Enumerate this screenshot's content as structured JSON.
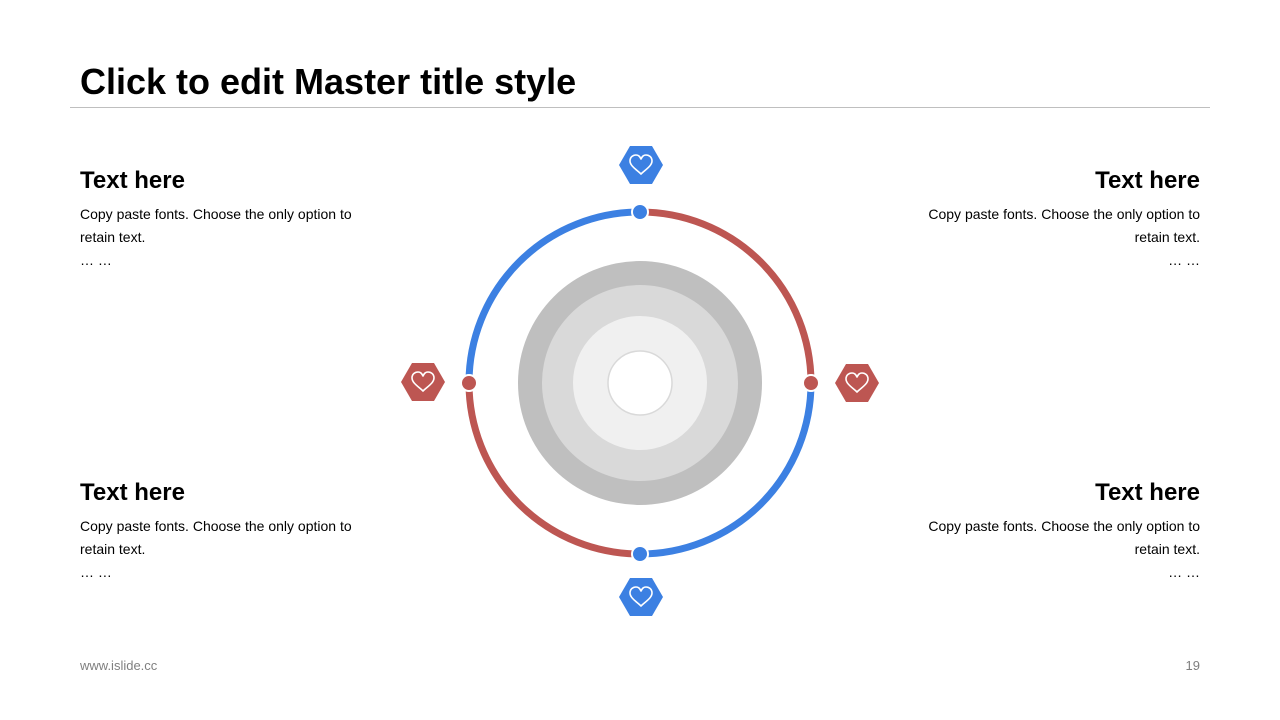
{
  "slide": {
    "title": "Click to edit Master title style"
  },
  "blocks": [
    {
      "heading": "Text here",
      "body": "Copy paste fonts. Choose the only option to retain text.",
      "ellipsis": "… …"
    },
    {
      "heading": "Text here",
      "body": "Copy paste fonts. Choose the only option to retain text.",
      "ellipsis": "… …"
    },
    {
      "heading": "Text here",
      "body": "Copy paste fonts. Choose the only option to retain text.",
      "ellipsis": "… …"
    },
    {
      "heading": "Text here",
      "body": "Copy paste fonts. Choose the only option to retain text.",
      "ellipsis": "… …"
    }
  ],
  "diagram": {
    "icons": [
      "heart-icon",
      "heart-icon",
      "heart-icon",
      "heart-icon"
    ],
    "colors": {
      "blue": "#3c80e2",
      "red": "#bd5652",
      "ring_outer": "#bfbfbf",
      "ring_middle": "#d9d9d9",
      "ring_inner": "#f0f0f0",
      "center": "#ffffff"
    }
  },
  "footer": {
    "url": "www.islide.cc",
    "page": "19"
  }
}
